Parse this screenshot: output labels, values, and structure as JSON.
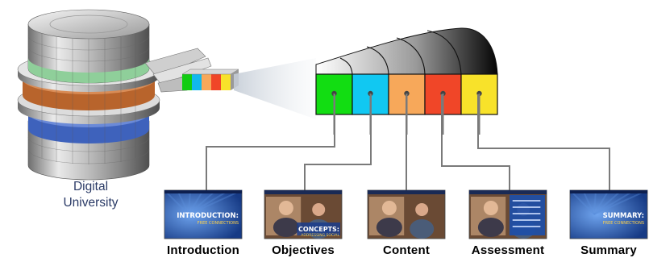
{
  "database": {
    "label_line1": "Digital",
    "label_line2": "University",
    "segment_colors": [
      "#9ed6a8",
      "#d48a52",
      "#5f7fd0"
    ]
  },
  "module_colors": [
    "#12dd12",
    "#11c8f2",
    "#f7a85a",
    "#f04628",
    "#f8e22a"
  ],
  "cards": [
    {
      "label": "Introduction",
      "thumb_text": "INTRODUCTION:",
      "thumb_sub": "FREE CONNECTIONS",
      "style": "title"
    },
    {
      "label": "Objectives",
      "thumb_text": "CONCEPTS:",
      "thumb_sub": "ADDRESSING SOCIAL",
      "style": "photo"
    },
    {
      "label": "Content",
      "thumb_text": "",
      "thumb_sub": "",
      "style": "photo"
    },
    {
      "label": "Assessment",
      "thumb_text": "",
      "thumb_sub": "",
      "style": "photo-panel"
    },
    {
      "label": "Summary",
      "thumb_text": "SUMMARY:",
      "thumb_sub": "FREE CONNECTIONS",
      "style": "title"
    }
  ]
}
